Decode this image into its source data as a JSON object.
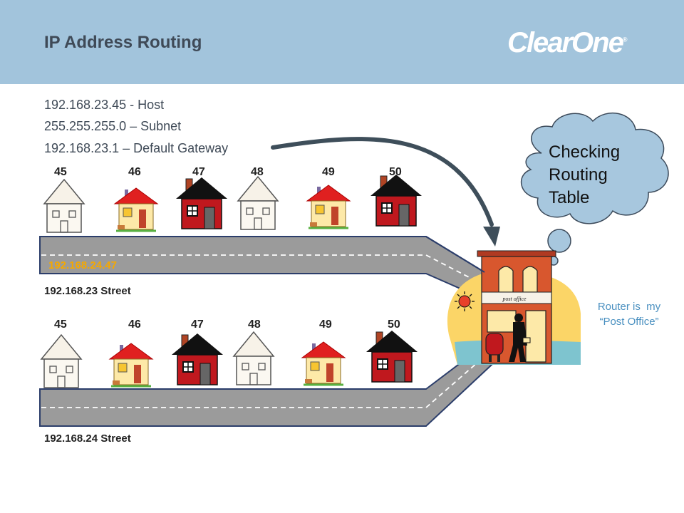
{
  "header": {
    "title": "IP Address Routing",
    "logo_text": "ClearOne",
    "logo_mark": "®"
  },
  "info": {
    "host": "192.168.23.45 - Host",
    "subnet": "255.255.255.0 – Subnet",
    "gateway": "192.168.23.1 – Default Gateway"
  },
  "top_street": {
    "name": "192.168.23 Street",
    "house_numbers": [
      "45",
      "46",
      "47",
      "48",
      "49",
      "50"
    ],
    "packet_address": "192.168.24.47"
  },
  "bottom_street": {
    "name": "192.168.24 Street",
    "house_numbers": [
      "45",
      "46",
      "47",
      "48",
      "49",
      "50"
    ]
  },
  "thought_cloud": {
    "line1": "Checking",
    "line2": "Routing",
    "line3": "Table"
  },
  "router": {
    "sign": "post office",
    "note_line1": "Router is  my",
    "note_line2": "“Post Office”"
  },
  "colors": {
    "header": "#a2c4dc",
    "road": "#9b9b9b",
    "road_border": "#2c3e6b",
    "arrow": "#3e4e5a",
    "cloud": "#a7c7de",
    "address_highlight": "#f5a800",
    "router_note": "#4a90c0"
  }
}
